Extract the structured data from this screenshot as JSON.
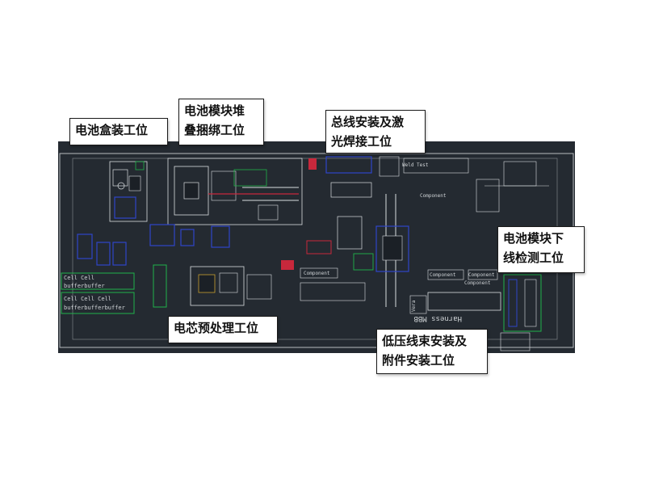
{
  "colors": {
    "background": "#242a31",
    "frame": "#c8ccd0",
    "equipment_blue": "#2f45c8",
    "equipment_green": "#1fb34a",
    "equipment_red": "#c8283c",
    "line_white": "#d9dde0"
  },
  "callouts": {
    "box_assembly": "电池盒装工位",
    "module_stacking": "电池模块堆\n叠捆绑工位",
    "busbar_welding": "总线安装及激\n光焊接工位",
    "module_offline_test": "电池模块下\n线检测工位",
    "cell_pretreatment": "电芯预处理工位",
    "harness_install": "低压线束安装及\n附件安装工位"
  },
  "cad_labels": {
    "component_1": "Component",
    "component_2": "Component",
    "component_3": "Component",
    "component_4": "Component",
    "component_5": "Component",
    "cell_buffer_1": "Cell  Cell",
    "cell_buffer_2": "bufferbuffer",
    "cell_buffer_3": "Cell  Cell  Cell",
    "cell_buffer_4": "bufferbufferbuffer",
    "harness": "Harness MBB",
    "weld_test": "Weld Test",
    "vera": "Vera"
  }
}
